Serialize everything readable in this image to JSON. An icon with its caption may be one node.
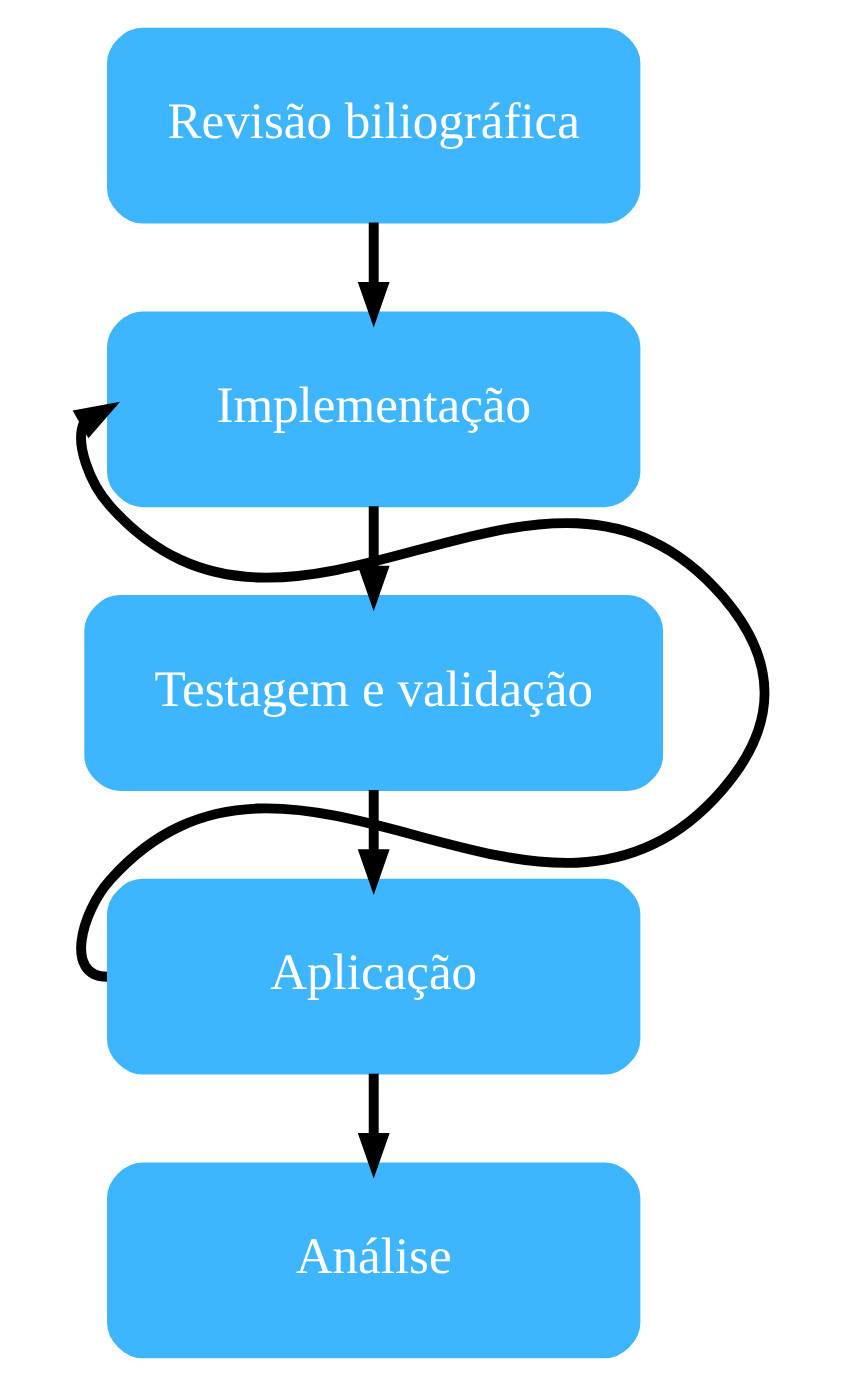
{
  "diagram": {
    "nodes": [
      {
        "text": [
          "Revisão biliográfica"
        ]
      },
      {
        "text": [
          "Implementação"
        ]
      },
      {
        "text": [
          "Testagem e validação"
        ]
      },
      {
        "text": [
          "Aplicação"
        ]
      },
      {
        "text": [
          "Análise"
        ]
      }
    ],
    "edges": [
      {
        "from": 0,
        "to": 1,
        "arrow": "to"
      },
      {
        "from": 1,
        "to": 2,
        "arrow": "to"
      },
      {
        "from": 2,
        "to": 3,
        "arrow": "to"
      },
      {
        "from": 3,
        "to": 4,
        "arrow": "to"
      },
      {
        "from": 3,
        "to": 1,
        "arrow": "to"
      }
    ]
  }
}
